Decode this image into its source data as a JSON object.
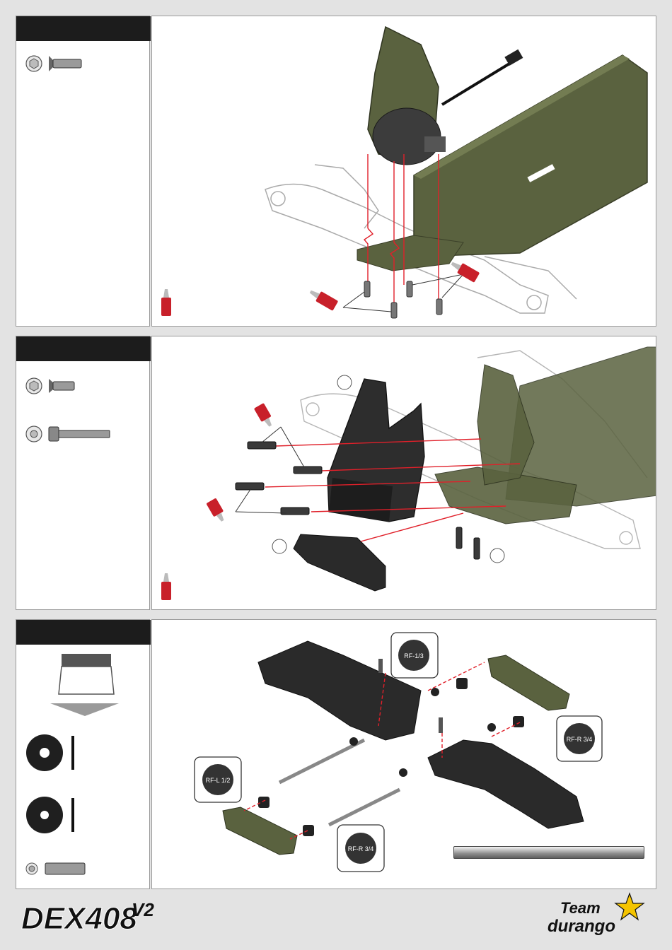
{
  "brand": {
    "model_logo": "DEX408",
    "model_version": "V2",
    "maker_logo_line1": "Team",
    "maker_logo_line2": "durango"
  },
  "callouts": {
    "p3_label_1": "RF-1/3",
    "p3_label_2": "RF-R 3/4",
    "p3_label_3": "RF-L 1/2",
    "p3_label_4": "RF-R 3/4"
  },
  "colors": {
    "chassis": "#59613f",
    "part_dark": "#2a2a2a",
    "guide_line": "#e0202a",
    "threadlock": "#c8202a",
    "header": "#1c1c1c"
  },
  "icons": [
    "hex-socket-screw-icon",
    "countersunk-screw-icon",
    "threadlock-bottle-icon",
    "shim-washer-icon",
    "pin-icon",
    "bag-icon"
  ]
}
